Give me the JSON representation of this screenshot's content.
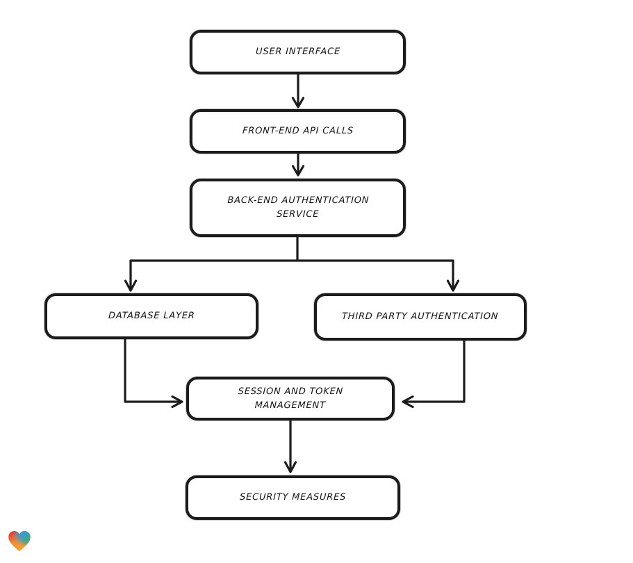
{
  "diagram": {
    "type": "flowchart",
    "nodes": [
      {
        "id": "user-interface",
        "label": "USER INTERFACE"
      },
      {
        "id": "front-end-api-calls",
        "label": "FRONT-END API CALLS"
      },
      {
        "id": "back-end-authentication-service",
        "label": "BACK-END AUTHENTICATION SERVICE"
      },
      {
        "id": "database-layer",
        "label": "DATABASE LAYER"
      },
      {
        "id": "third-party-authentication",
        "label": "THIRD PARTY AUTHENTICATION"
      },
      {
        "id": "session-and-token-management",
        "label": "SESSION AND TOKEN MANAGEMENT"
      },
      {
        "id": "security-measures",
        "label": "SECURITY MEASURES"
      }
    ],
    "edges": [
      {
        "from": "user-interface",
        "to": "front-end-api-calls",
        "arrow": "down"
      },
      {
        "from": "front-end-api-calls",
        "to": "back-end-authentication-service",
        "arrow": "down"
      },
      {
        "from": "back-end-authentication-service",
        "to": "database-layer",
        "arrow": "down"
      },
      {
        "from": "back-end-authentication-service",
        "to": "third-party-authentication",
        "arrow": "down"
      },
      {
        "from": "database-layer",
        "to": "session-and-token-management",
        "arrow": "right"
      },
      {
        "from": "third-party-authentication",
        "to": "session-and-token-management",
        "arrow": "left"
      },
      {
        "from": "session-and-token-management",
        "to": "security-measures",
        "arrow": "down"
      }
    ],
    "colors": {
      "background": "#ffffff",
      "node_fill": "#ffffff",
      "stroke": "#1c1c1c",
      "text": "#151515"
    }
  },
  "branding": {
    "logo_name": "heart-gradient-logo",
    "colors": {
      "red": "#e6242e",
      "orange": "#f09a38",
      "blue": "#2f9fd8",
      "green": "#3fa968"
    }
  }
}
